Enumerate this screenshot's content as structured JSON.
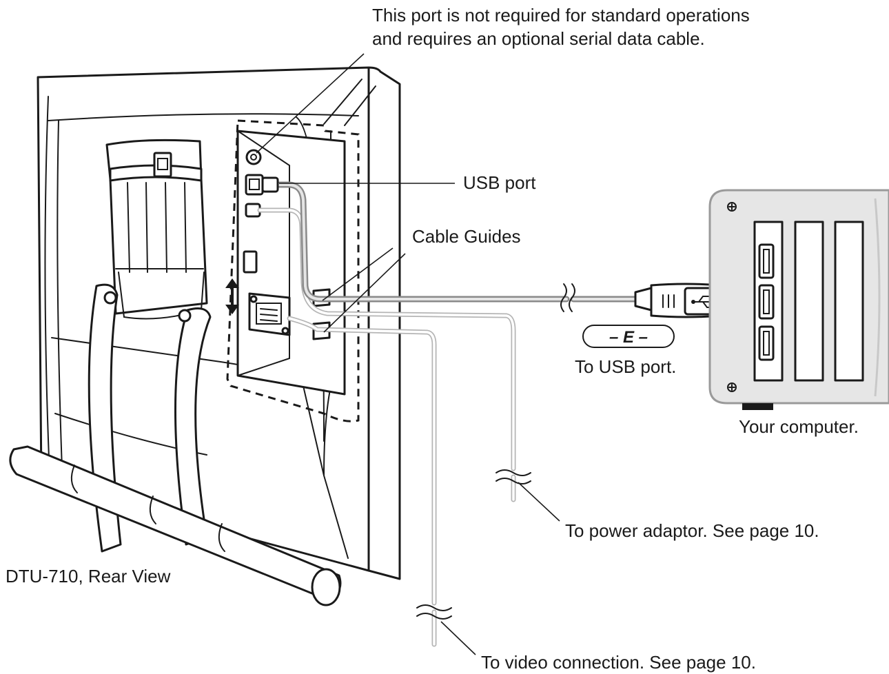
{
  "labels": {
    "port_note_line1": "This port is not required for standard operations",
    "port_note_line2": "and requires an optional serial data cable.",
    "usb_port": "USB port",
    "cable_guides": "Cable Guides",
    "step_badge": "– E –",
    "to_usb_port": "To USB port.",
    "your_computer": "Your computer.",
    "to_power_adaptor": "To power adaptor.  See page 10.",
    "rear_view": "DTU-710, Rear View",
    "to_video_connection": "To video connection.  See page 10."
  },
  "icons": [
    "usb-symbol-icon",
    "up-down-arrow-icon",
    "screw-icon",
    "cable-break-icon"
  ],
  "colors": {
    "line": "#1a1a1a",
    "usb_cable": "#8a8a8a",
    "other_cables": "#b5b5b5",
    "computer_fill": "#e6e6e6"
  }
}
